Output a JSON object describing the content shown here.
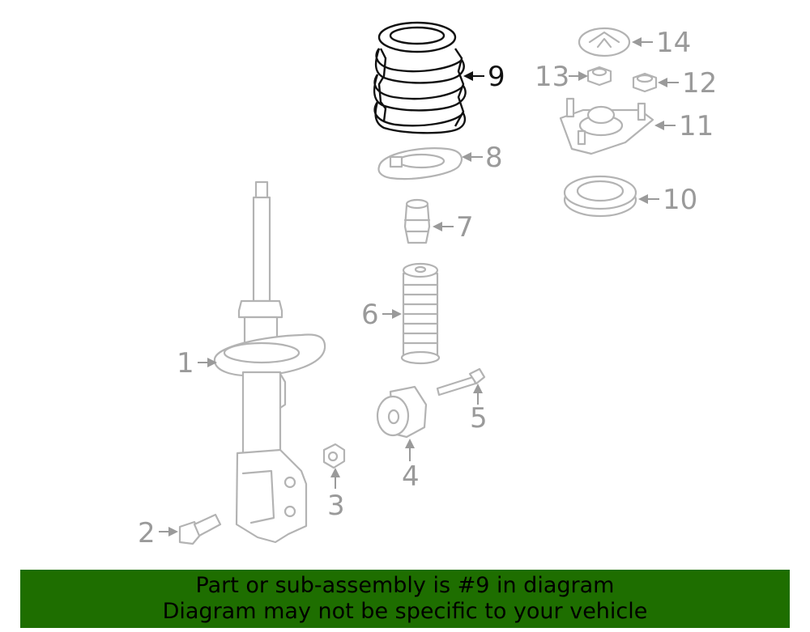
{
  "highlighted_part": "9",
  "callouts": {
    "c1": "1",
    "c2": "2",
    "c3": "3",
    "c4": "4",
    "c5": "5",
    "c6": "6",
    "c7": "7",
    "c8": "8",
    "c9": "9",
    "c10": "10",
    "c11": "11",
    "c12": "12",
    "c13": "13",
    "c14": "14"
  },
  "colors": {
    "highlight": "#1e6e00",
    "outline": "#b3b3b3",
    "label": "#9a9a9a",
    "banner": "#1e6e00"
  },
  "banner": {
    "line1": "Part or sub-assembly is #9 in diagram",
    "line2": "Diagram may not be specific to your vehicle"
  }
}
